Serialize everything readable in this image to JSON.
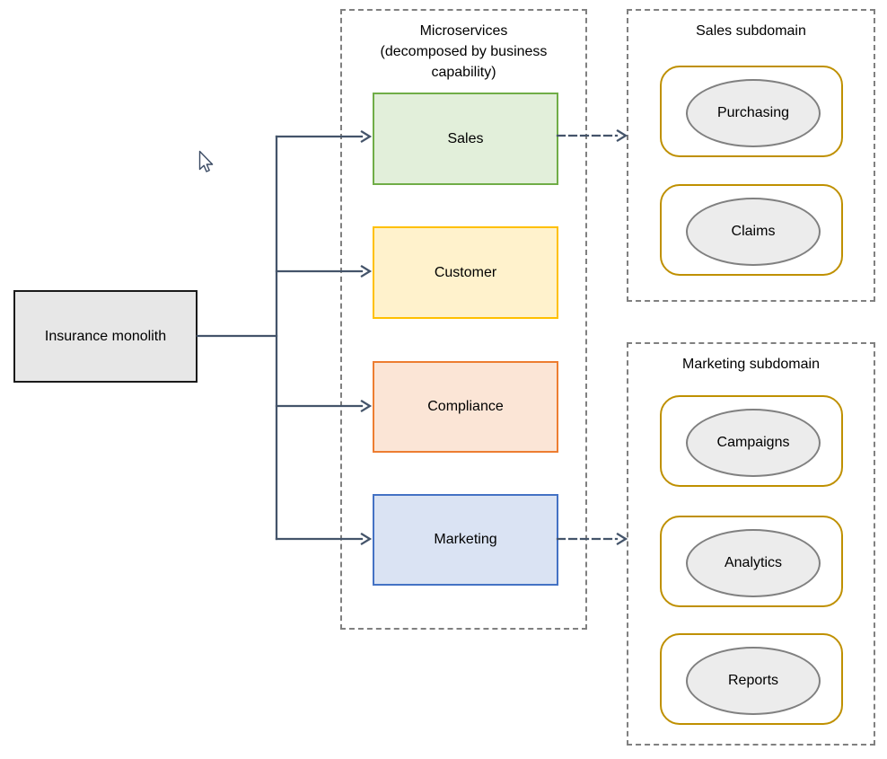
{
  "diagram": {
    "monolith": {
      "label": "Insurance monolith"
    },
    "microservices": {
      "title_lines": [
        "Microservices",
        "(decomposed by business",
        "capability)"
      ],
      "items": [
        {
          "label": "Sales",
          "fill": "#e2efda",
          "border": "#70ad47"
        },
        {
          "label": "Customer",
          "fill": "#fff2cc",
          "border": "#ffc000"
        },
        {
          "label": "Compliance",
          "fill": "#fbe5d6",
          "border": "#ed7d31"
        },
        {
          "label": "Marketing",
          "fill": "#dae3f3",
          "border": "#4472c4"
        }
      ]
    },
    "sales_subdomain": {
      "title": "Sales subdomain",
      "capabilities": [
        "Purchasing",
        "Claims"
      ]
    },
    "marketing_subdomain": {
      "title": "Marketing subdomain",
      "capabilities": [
        "Campaigns",
        "Analytics",
        "Reports"
      ]
    }
  },
  "icons": {
    "cursor": "arrow-pointer"
  },
  "colors": {
    "connector": "#44546a",
    "container_border": "#808080",
    "monolith_fill": "#e7e7e7",
    "monolith_border": "#1a1a1a",
    "capability_fill": "#ffffff",
    "capability_border": "#bf9000",
    "ellipse_fill": "#ececec",
    "ellipse_border": "#808080",
    "text": "#000000"
  }
}
